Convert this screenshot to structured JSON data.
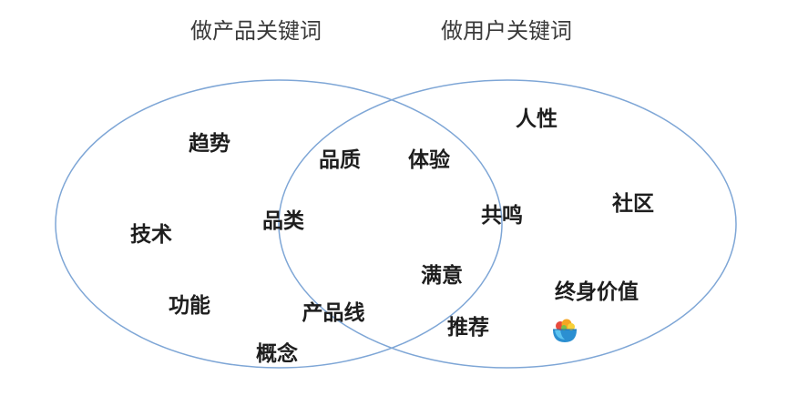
{
  "diagram": {
    "left_title": "做产品关键词",
    "right_title": "做用户关键词",
    "left_only": [
      "趋势",
      "技术",
      "功能",
      "概念"
    ],
    "overlap": [
      "品质",
      "品类",
      "产品线",
      "体验",
      "满意",
      "推荐"
    ],
    "right_only": [
      "人性",
      "共鸣",
      "社区",
      "终身价值"
    ],
    "colors": {
      "circle_stroke": "#7ea6d6",
      "title_text": "#3a3a3a",
      "keyword_text": "#1e1e1e"
    }
  },
  "watermark": {
    "icon": "colorful-bowl-logo-icon"
  }
}
